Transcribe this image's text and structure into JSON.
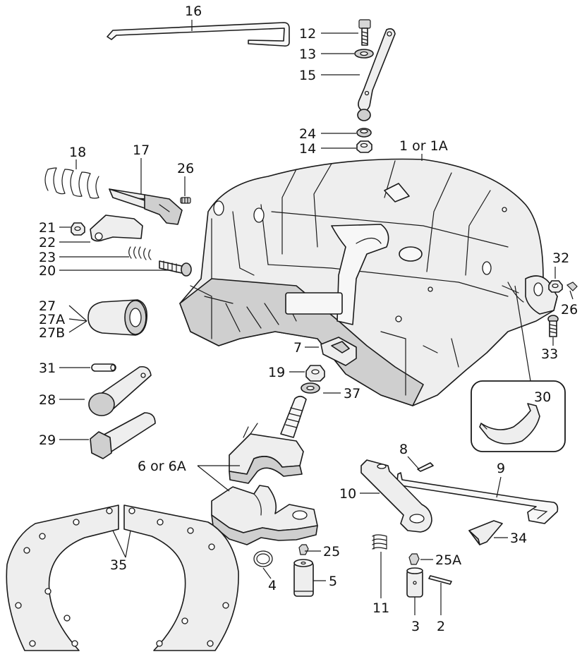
{
  "colors": {
    "line": "#1a1a1a",
    "part_fill": "#eeeeee",
    "shadow_fill": "#cfcfcf",
    "background": "#ffffff"
  },
  "callouts": {
    "c1": "1 or 1A",
    "c2": "2",
    "c3": "3",
    "c4": "4",
    "c5": "5",
    "c6": "6 or 6A",
    "c7": "7",
    "c8": "8",
    "c9": "9",
    "c10": "10",
    "c11": "11",
    "c12": "12",
    "c13": "13",
    "c14": "14",
    "c15": "15",
    "c16": "16",
    "c17": "17",
    "c18": "18",
    "c19": "19",
    "c20": "20",
    "c21": "21",
    "c22": "22",
    "c23": "23",
    "c24": "24",
    "c25": "25",
    "c25a": "25A",
    "c26a": "26",
    "c26b": "26",
    "c27": "27",
    "c27a": "27A",
    "c27b": "27B",
    "c28": "28",
    "c29": "29",
    "c30": "30",
    "c31": "31",
    "c32": "32",
    "c33": "33",
    "c34": "34",
    "c35": "35",
    "c37": "37"
  }
}
